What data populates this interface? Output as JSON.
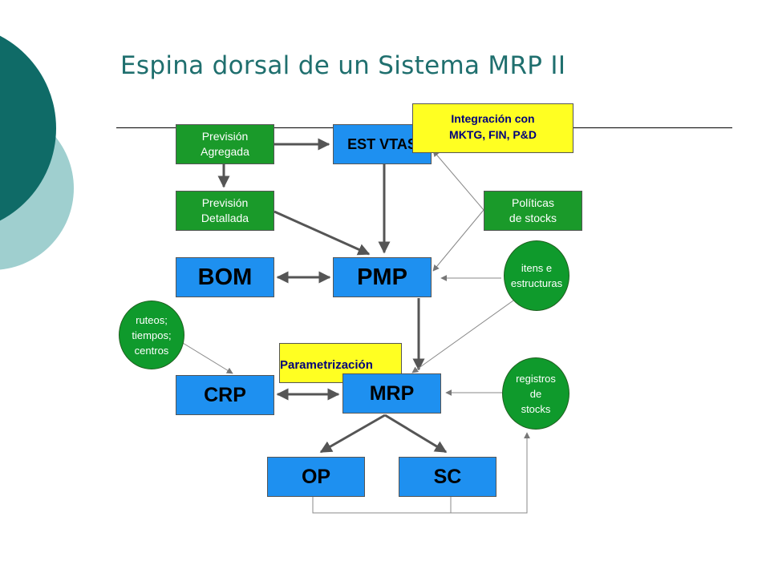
{
  "title": "Espina dorsal de un Sistema MRP II",
  "nodes": {
    "prevision_agregada": "Previsión\nAgregada",
    "prevision_detallada": "Previsión\nDetallada",
    "est_vtas": "EST VTAS",
    "integracion": "Integración con\nMKTG, FIN, P&D",
    "politicas": "Políticas\nde stocks",
    "bom": "BOM",
    "pmp": "PMP",
    "itens": "itens e\nestructuras",
    "ruteos": "ruteos;\ntiempos;\ncentros",
    "parametrizacion": "Parametrización",
    "crp": "CRP",
    "mrp": "MRP",
    "registros": "registros\nde\nstocks",
    "op": "OP",
    "sc": "SC"
  },
  "colors": {
    "title": "#1f6f6e",
    "dark_teal": "#0f6b67",
    "light_teal": "#9fcfcf",
    "green": "#1a9a2a",
    "blue": "#1e90f0",
    "yellow": "#ffff22",
    "arrow": "#555555"
  }
}
